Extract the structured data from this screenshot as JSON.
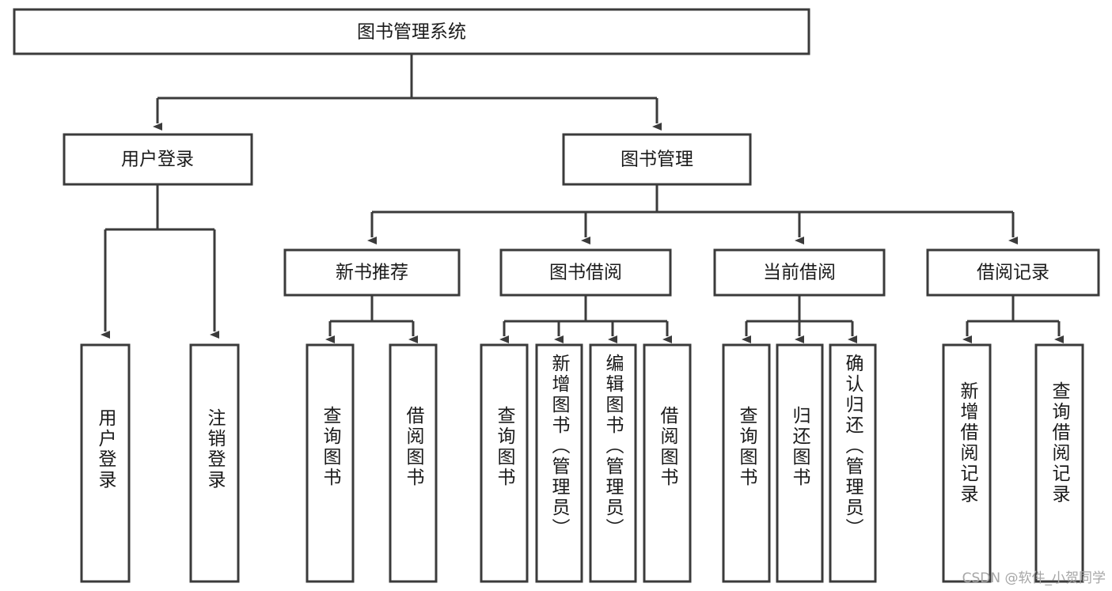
{
  "diagram": {
    "title": "图书管理系统",
    "type": "tree",
    "colors": {
      "box_stroke": "#3b3b3b",
      "box_fill": "#ffffff",
      "connector": "#3b3b3b",
      "text": "#1a1a1a",
      "background": "#ffffff",
      "watermark": "#a6a6a6"
    },
    "levels": {
      "root": {
        "label": "图书管理系统"
      },
      "level2": [
        {
          "label": "用户登录"
        },
        {
          "label": "图书管理"
        }
      ],
      "level3": [
        {
          "label": "新书推荐"
        },
        {
          "label": "图书借阅"
        },
        {
          "label": "当前借阅"
        },
        {
          "label": "借阅记录"
        }
      ],
      "leaves": {
        "user_login": [
          {
            "label": "用户登录"
          },
          {
            "label": "注销登录"
          }
        ],
        "new_book_recommend": [
          {
            "label": "查询图书"
          },
          {
            "label": "借阅图书"
          }
        ],
        "book_borrow": [
          {
            "label": "查询图书"
          },
          {
            "label": "新增图书（管理员）"
          },
          {
            "label": "编辑图书（管理员）"
          },
          {
            "label": "借阅图书"
          }
        ],
        "current_borrow": [
          {
            "label": "查询图书"
          },
          {
            "label": "归还图书"
          },
          {
            "label": "确认归还（管理员）"
          }
        ],
        "borrow_record": [
          {
            "label": "新增借阅记录"
          },
          {
            "label": "查询借阅记录"
          }
        ]
      }
    }
  },
  "watermark": {
    "text": "CSDN @软件_小贺同学"
  }
}
